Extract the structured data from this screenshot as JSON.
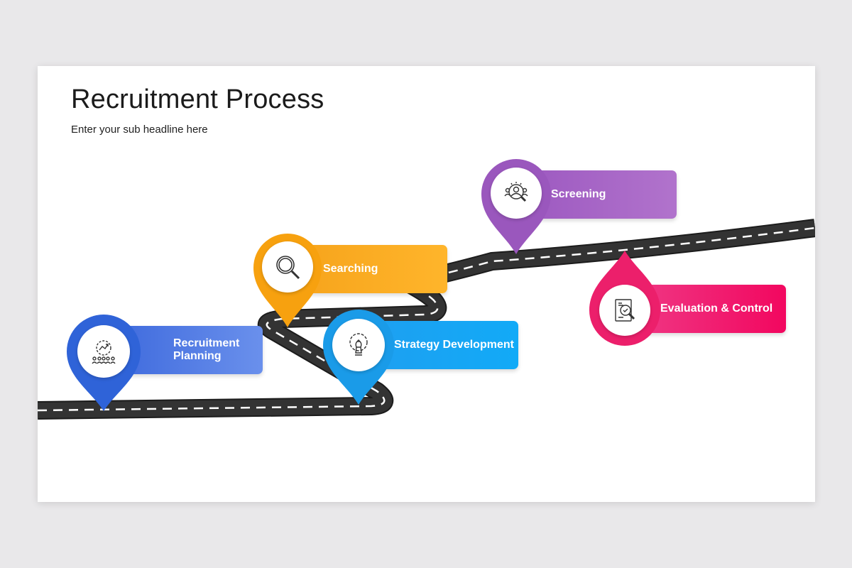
{
  "title": "Recruitment Process",
  "subtitle": "Enter your sub headline here",
  "steps": [
    {
      "label": "Recruitment Planning",
      "color": "#2f63d8",
      "icon": "team-planning-icon"
    },
    {
      "label": "Searching",
      "color": "#f7a10f",
      "icon": "magnifier-icon"
    },
    {
      "label": "Strategy Development",
      "color": "#1a9be8",
      "icon": "chess-gear-icon"
    },
    {
      "label": "Screening",
      "color": "#9a57bd",
      "icon": "person-search-icon"
    },
    {
      "label": "Evaluation & Control",
      "color": "#ec1f6b",
      "icon": "document-check-icon"
    }
  ],
  "colors": {
    "road": "#333333",
    "road_edge": "#1c1c1c",
    "road_dash": "#ffffff",
    "background": "#e9e8ea",
    "slide": "#ffffff"
  }
}
